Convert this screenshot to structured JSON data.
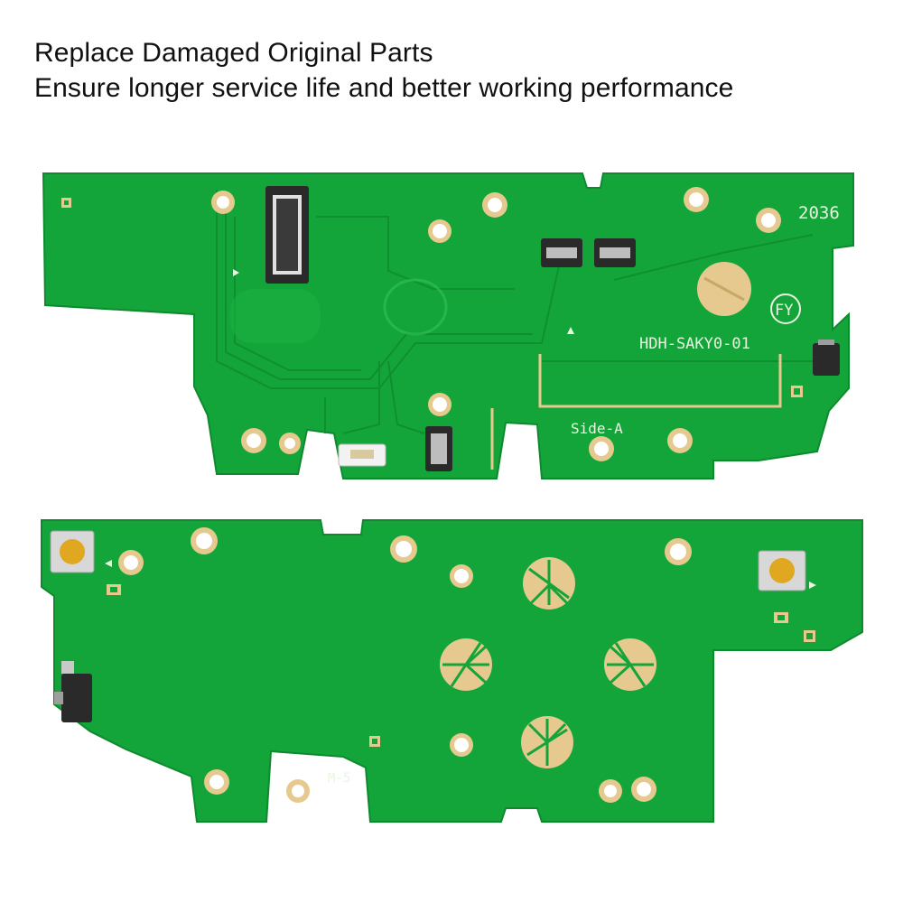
{
  "headline": {
    "line1": "Replace Damaged Original Parts",
    "line2": "Ensure longer service life and better working performance"
  },
  "top_board": {
    "code": "2036",
    "model": "HDH-SAKY0-01",
    "mark": "FY",
    "side": "Side-A"
  },
  "bottom_board": {
    "mark": "M-5"
  },
  "colors": {
    "pcb": "#14a53a",
    "trace": "#0f8f30",
    "gold": "#e6c98f",
    "silkscreen": "#e8f5e0",
    "connector": "#2a2a2a"
  }
}
